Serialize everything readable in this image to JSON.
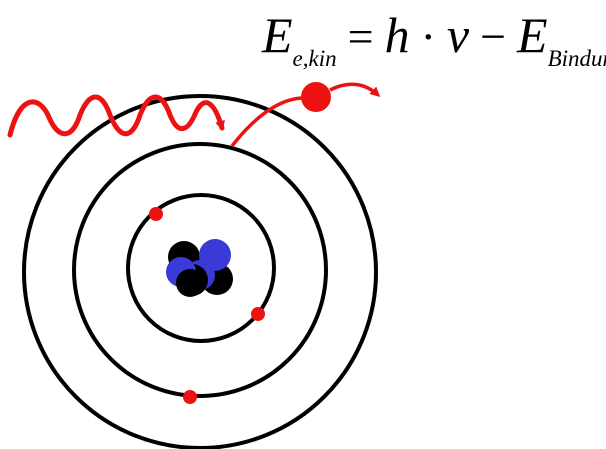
{
  "formula": {
    "lhs_symbol": "E",
    "lhs_subscript": "e,kin",
    "equals": "=",
    "planck": "h",
    "dot": "·",
    "frequency": "ν",
    "minus": "−",
    "rhs_symbol": "E",
    "rhs_subscript": "Bindung"
  },
  "colors": {
    "orbit": "#000000",
    "electron": "#ee1111",
    "photon": "#ee1111",
    "proton": "#3a3ad6",
    "neutron": "#000000"
  },
  "icons": {
    "photon": "wavy-arrow-icon",
    "ejected_electron": "red-dot-with-arrow-icon",
    "nucleus": "nucleus-cluster-icon"
  }
}
